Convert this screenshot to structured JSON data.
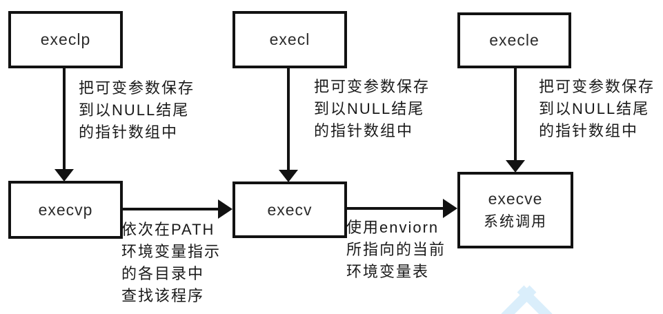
{
  "diagram": {
    "background_color": "#ffffff",
    "line_color": "#121212",
    "watermark_color": "#daeefb",
    "nodes": {
      "execlp": {
        "label": "execlp"
      },
      "execl": {
        "label": "execl"
      },
      "execle": {
        "label": "execle"
      },
      "execvp": {
        "label": "execvp"
      },
      "execv": {
        "label": "execv"
      },
      "execve": {
        "label": "execve",
        "sublabel": "系统调用"
      }
    },
    "annotations": {
      "save_args": {
        "lines": [
          "把可变参数保存",
          "到以NULL结尾",
          "的指针数组中"
        ]
      },
      "path_search": {
        "lines": [
          "依次在PATH",
          "环境变量指示",
          "的各目录中",
          "查找该程序"
        ]
      },
      "environ_note": {
        "lines": [
          "使用enviorn",
          "所指向的当前",
          "环境变量表"
        ]
      }
    }
  }
}
